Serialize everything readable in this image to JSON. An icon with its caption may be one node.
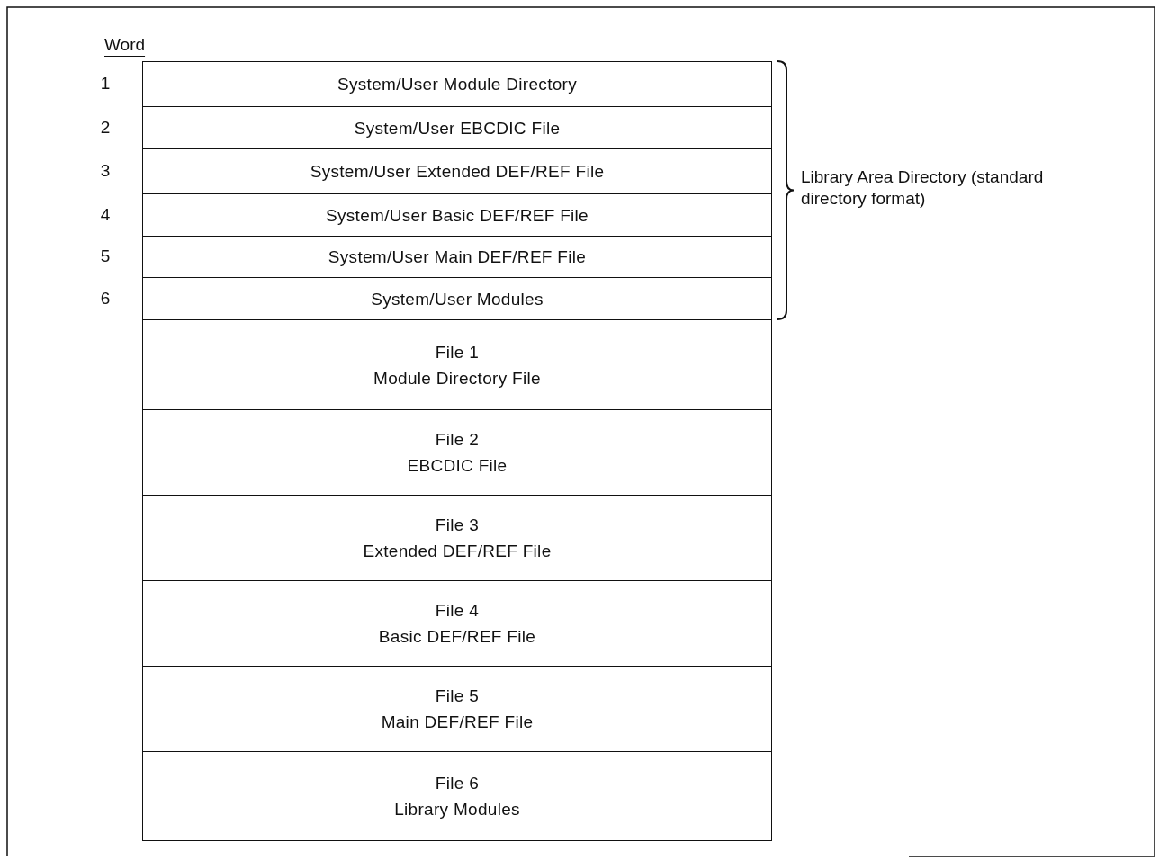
{
  "diagram": {
    "nodes": [
      {
        "text": [
          "System/User Module Directory"
        ]
      },
      {
        "text": [
          "System/User EBCDIC File"
        ]
      },
      {
        "text": [
          "System/User Extended DEF/REF File"
        ]
      },
      {
        "text": [
          "System/User Basic DEF/REF File"
        ]
      },
      {
        "text": [
          "System/User Main DEF/REF File"
        ]
      },
      {
        "text": [
          "System/User Modules"
        ]
      },
      {
        "text": [
          "File 1",
          "Module Directory File"
        ]
      },
      {
        "text": [
          "File 2",
          "EBCDIC File"
        ]
      },
      {
        "text": [
          "File 3",
          "Extended DEF/REF File"
        ]
      },
      {
        "text": [
          "File 4",
          "Basic DEF/REF File"
        ]
      },
      {
        "text": [
          "File 5",
          "Main DEF/REF File"
        ]
      },
      {
        "text": [
          "File 6",
          "Library Modules"
        ]
      }
    ],
    "edges": [],
    "labels": [
      "Word",
      "1",
      "2",
      "3",
      "4",
      "5",
      "6",
      "Library Area Directory (standard directory format)"
    ]
  }
}
